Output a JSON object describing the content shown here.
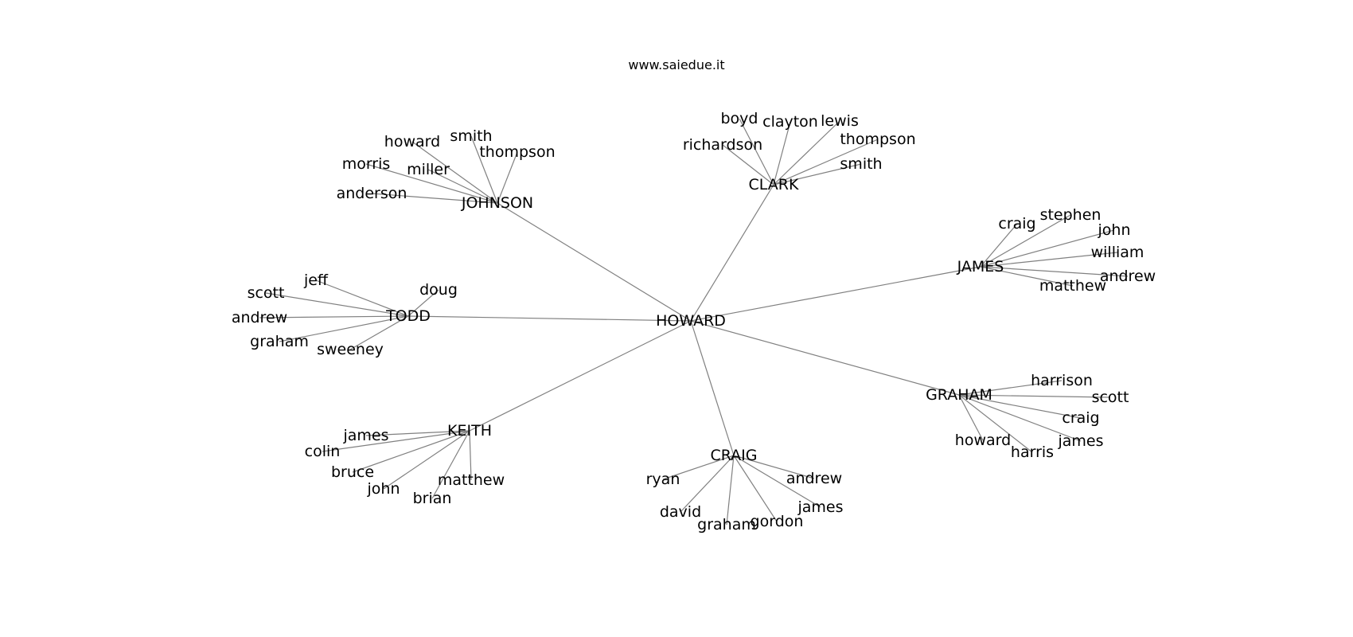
{
  "source": "www.saiedue.it",
  "center": "HOWARD",
  "groups": [
    {
      "name": "JOHNSON",
      "children": [
        "howard",
        "smith",
        "thompson",
        "morris",
        "miller",
        "anderson"
      ]
    },
    {
      "name": "CLARK",
      "children": [
        "boyd",
        "clayton",
        "lewis",
        "richardson",
        "thompson",
        "smith"
      ]
    },
    {
      "name": "JAMES",
      "children": [
        "craig",
        "stephen",
        "john",
        "william",
        "andrew",
        "matthew"
      ]
    },
    {
      "name": "TODD",
      "children": [
        "jeff",
        "scott",
        "doug",
        "andrew",
        "graham",
        "sweeney"
      ]
    },
    {
      "name": "GRAHAM",
      "children": [
        "harrison",
        "scott",
        "craig",
        "james",
        "howard",
        "harris"
      ]
    },
    {
      "name": "KEITH",
      "children": [
        "james",
        "colin",
        "bruce",
        "john",
        "brian",
        "matthew"
      ]
    },
    {
      "name": "CRAIG",
      "children": [
        "ryan",
        "andrew",
        "james",
        "david",
        "graham",
        "gordon"
      ]
    }
  ]
}
